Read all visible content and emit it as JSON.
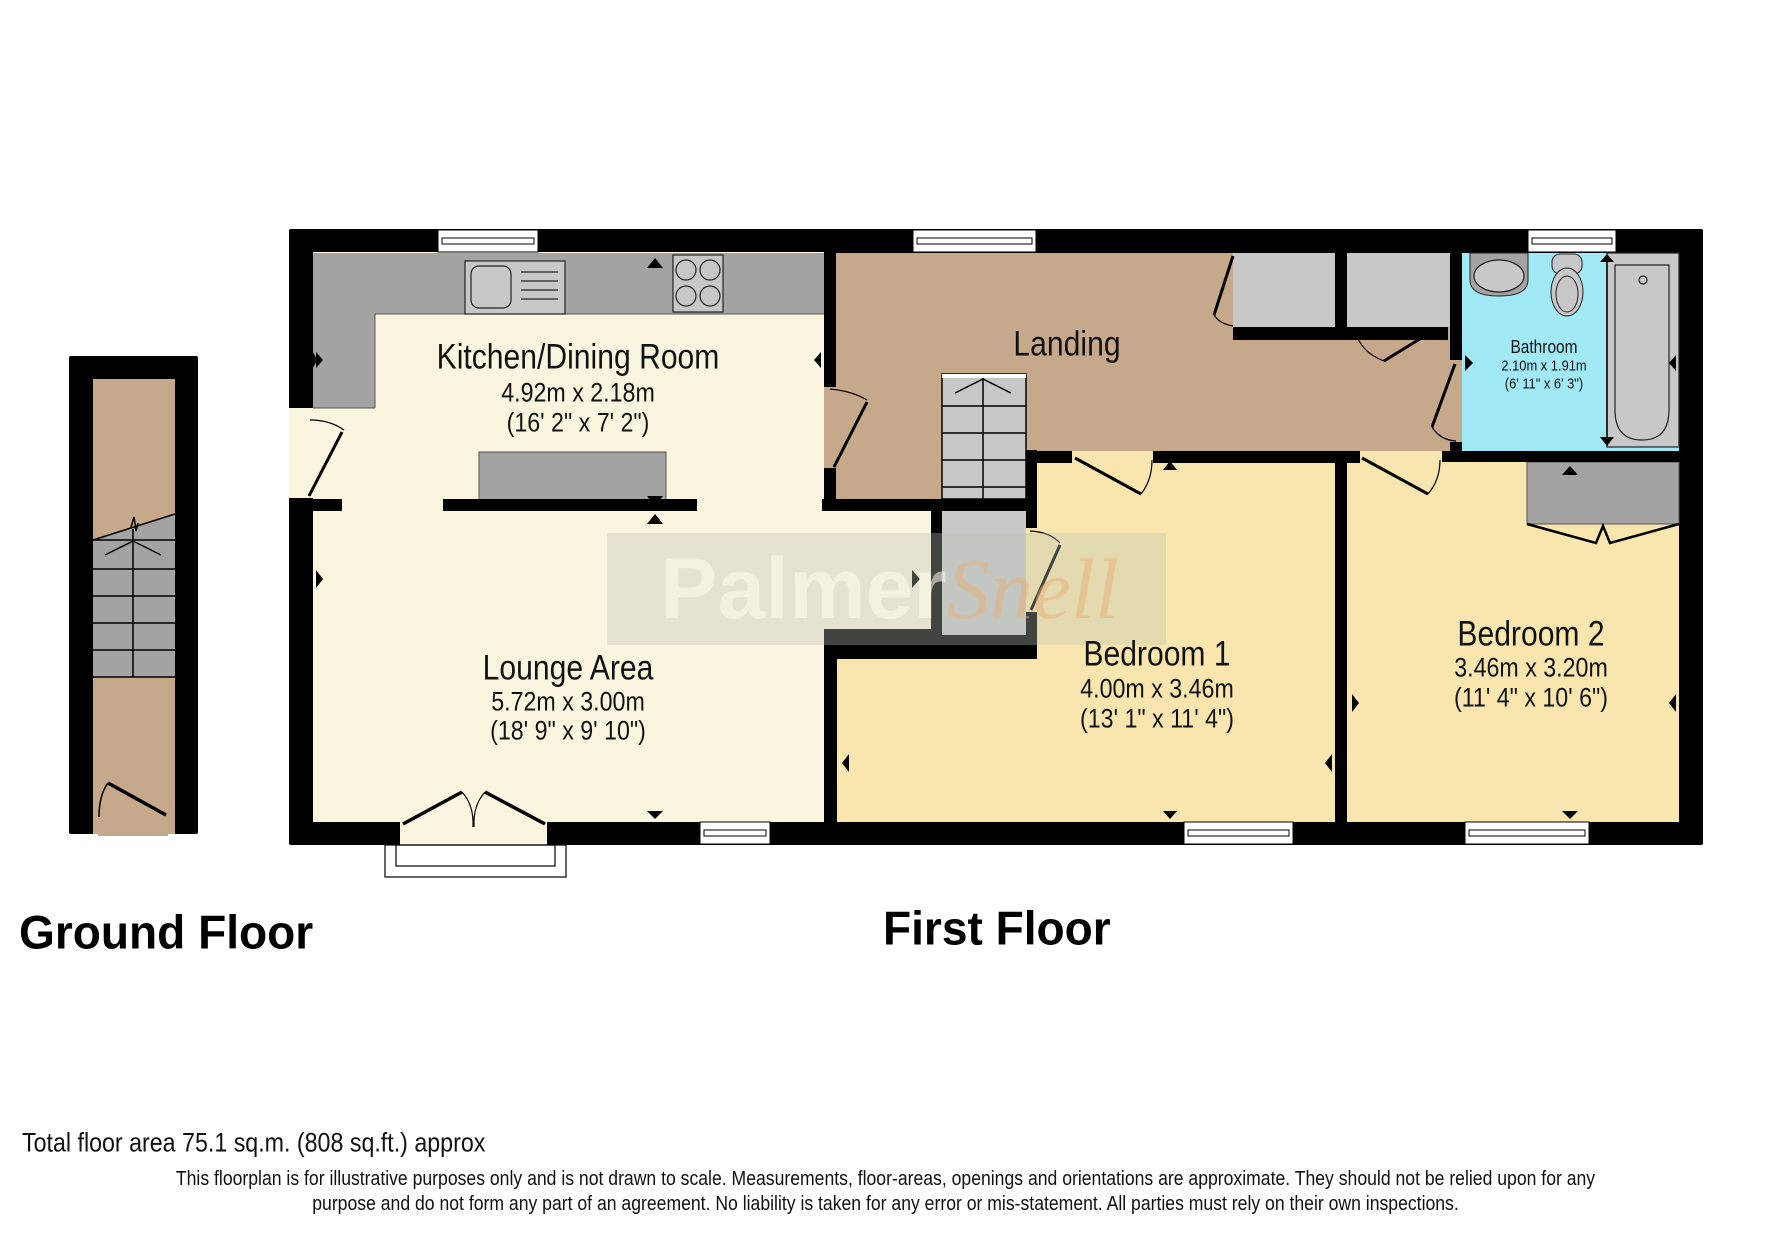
{
  "floors": {
    "ground": {
      "title": "Ground Floor"
    },
    "first": {
      "title": "First Floor"
    }
  },
  "rooms": {
    "kitchen": {
      "name": "Kitchen/Dining Room",
      "metric": "4.92m x 2.18m",
      "imperial": "(16' 2\" x 7' 2\")"
    },
    "landing": {
      "name": "Landing"
    },
    "bathroom": {
      "name": "Bathroom",
      "metric": "2.10m x 1.91m",
      "imperial": "(6' 11\" x 6' 3\")"
    },
    "lounge": {
      "name": "Lounge Area",
      "metric": "5.72m x 3.00m",
      "imperial": "(18' 9\" x 9' 10\")"
    },
    "bedroom1": {
      "name": "Bedroom 1",
      "metric": "4.00m x 3.46m",
      "imperial": "(13' 1\" x 11' 4\")"
    },
    "bedroom2": {
      "name": "Bedroom 2",
      "metric": "3.46m x 3.20m",
      "imperial": "(11' 4\" x 10' 6\")"
    }
  },
  "watermark": {
    "part1": "Palmer",
    "part2": "Snell"
  },
  "footer": {
    "total_area": "Total floor area 75.1 sq.m. (808 sq.ft.) approx",
    "disclaimer_line1": "This floorplan is for illustrative purposes only and is not drawn to scale. Measurements, floor-areas, openings and orientations are approximate. They should not be relied upon for any",
    "disclaimer_line2": "purpose and do not form any part of an agreement. No liability is taken for any error or mis-statement. All parties must rely on their own inspections."
  },
  "colors": {
    "wall": "#000000",
    "kitchen_lounge_floor": "#FAF5DF",
    "landing_floor": "#C6A98A",
    "bedroom_floor": "#F9E6AE",
    "bathroom_floor": "#A1E9F5",
    "counter_gray": "#A3A3A3",
    "cupboard_gray": "#C8C8C8"
  }
}
